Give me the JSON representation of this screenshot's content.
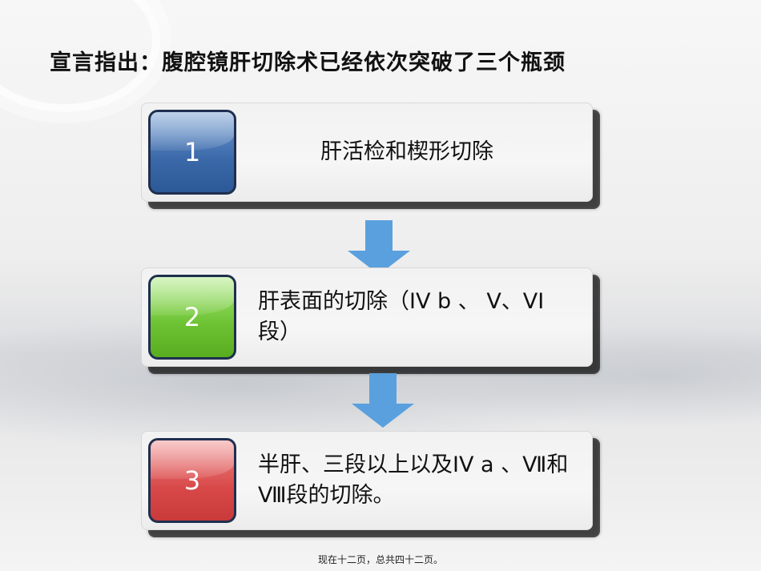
{
  "title": "宣言指出：腹腔镜肝切除术已经依次突破了三个瓶颈",
  "steps": [
    {
      "number": "1",
      "text": "肝活检和楔形切除",
      "color": "#3a68a8"
    },
    {
      "number": "2",
      "text": "肝表面的切除（IV b 、 V、VI段）",
      "color": "#6cc232"
    },
    {
      "number": "3",
      "text": "半肝、三段以上以及IV a 、Ⅶ和Ⅷ段的切除。",
      "color": "#d84848"
    }
  ],
  "arrow_color": "#5aa0de",
  "footer": "现在十二页，总共四十二页。"
}
